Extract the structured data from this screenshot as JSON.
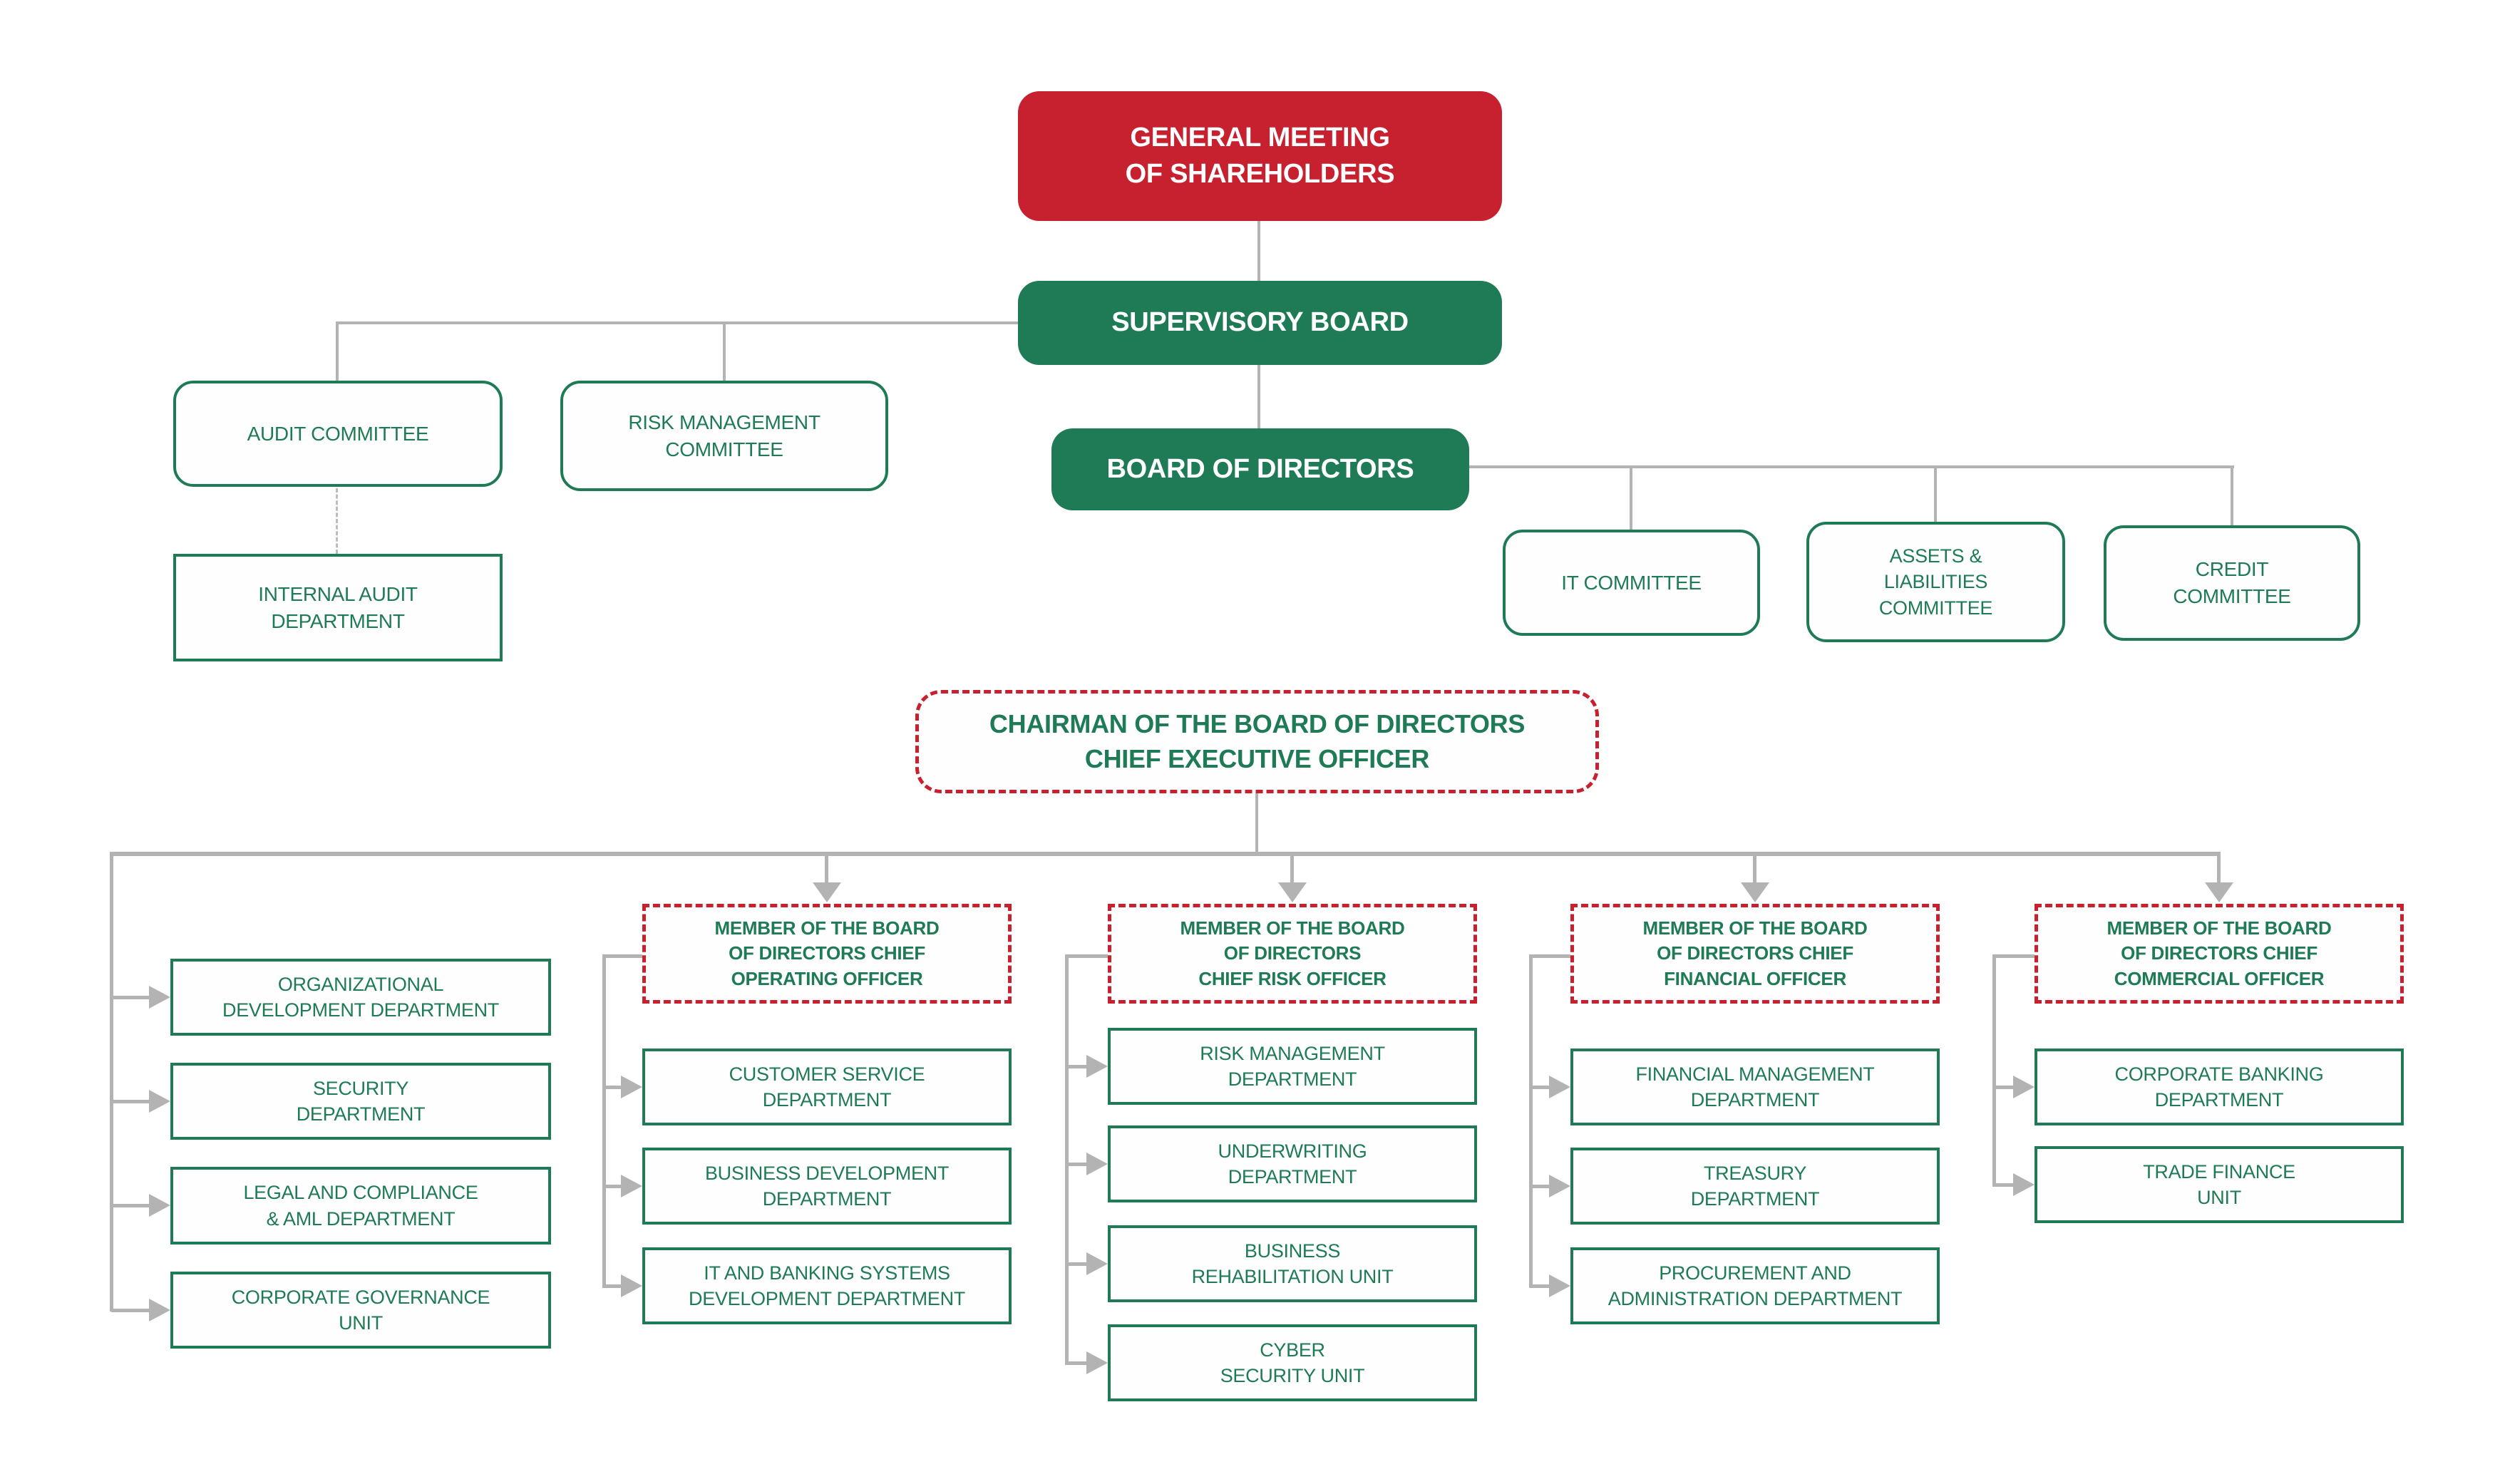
{
  "colors": {
    "red": "#c7202f",
    "green": "#1e7b55",
    "connector": "#b3b3b3"
  },
  "nodes": {
    "general_meeting": {
      "label": "GENERAL MEETING\nOF SHAREHOLDERS"
    },
    "supervisory_board": {
      "label": "SUPERVISORY BOARD"
    },
    "board_of_directors": {
      "label": "BOARD OF DIRECTORS"
    },
    "audit_committee": {
      "label": "AUDIT COMMITTEE"
    },
    "risk_management_committee": {
      "label": "RISK MANAGEMENT\nCOMMITTEE"
    },
    "internal_audit_department": {
      "label": "INTERNAL AUDIT\nDEPARTMENT"
    },
    "it_committee": {
      "label": "IT COMMITTEE"
    },
    "assets_liabilities_committee": {
      "label": "ASSETS &\nLIABILITIES\nCOMMITTEE"
    },
    "credit_committee": {
      "label": "CREDIT\nCOMMITTEE"
    },
    "chairman_ceo": {
      "label": "CHAIRMAN OF THE BOARD OF DIRECTORS\nCHIEF EXECUTIVE OFFICER"
    }
  },
  "columns": {
    "admin": {
      "items": [
        "ORGANIZATIONAL\nDEVELOPMENT DEPARTMENT",
        "SECURITY\nDEPARTMENT",
        "LEGAL AND COMPLIANCE\n& AML DEPARTMENT",
        "CORPORATE GOVERNANCE\nUNIT"
      ]
    },
    "coo": {
      "member_label": "MEMBER OF THE BOARD\nOF DIRECTORS CHIEF\nOPERATING OFFICER",
      "items": [
        "CUSTOMER SERVICE\nDEPARTMENT",
        "BUSINESS DEVELOPMENT\nDEPARTMENT",
        "IT AND BANKING SYSTEMS\nDEVELOPMENT DEPARTMENT"
      ]
    },
    "cro": {
      "member_label": "MEMBER OF THE BOARD\nOF DIRECTORS\nCHIEF RISK OFFICER",
      "items": [
        "RISK MANAGEMENT\nDEPARTMENT",
        "UNDERWRITING\nDEPARTMENT",
        "BUSINESS\nREHABILITATION UNIT",
        "CYBER\nSECURITY UNIT"
      ]
    },
    "cfo": {
      "member_label": "MEMBER OF THE BOARD\nOF DIRECTORS CHIEF\nFINANCIAL OFFICER",
      "items": [
        "FINANCIAL MANAGEMENT\nDEPARTMENT",
        "TREASURY\nDEPARTMENT",
        "PROCUREMENT AND\nADMINISTRATION DEPARTMENT"
      ]
    },
    "cco": {
      "member_label": "MEMBER OF THE BOARD\nOF DIRECTORS CHIEF\nCOMMERCIAL OFFICER",
      "items": [
        "CORPORATE BANKING\nDEPARTMENT",
        "TRADE FINANCE\nUNIT"
      ]
    }
  }
}
